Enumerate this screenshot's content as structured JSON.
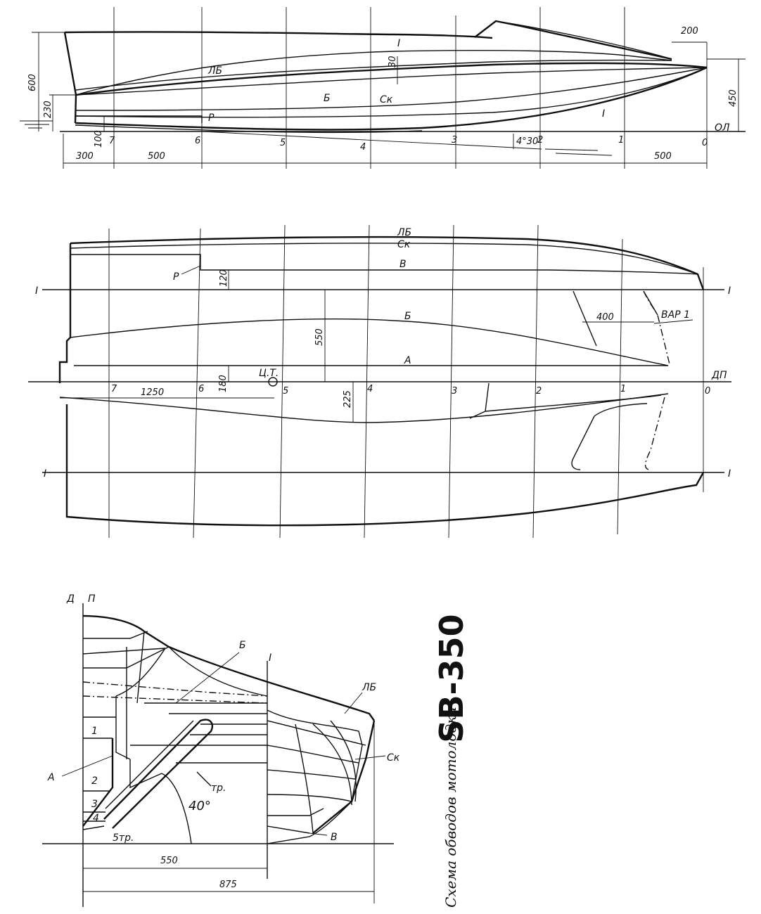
{
  "title": "SB-350",
  "caption": "Схема обводов мотолодки",
  "profile": {
    "stations": [
      "7",
      "6",
      "5",
      "4",
      "3",
      "2",
      "1",
      "0"
    ],
    "line_labels": {
      "I_top": "I",
      "lb": "ЛБ",
      "b": "Б",
      "sk": "Ск",
      "p": "Р",
      "I_bot": "I",
      "ol": "ОЛ"
    },
    "dims": {
      "d600": "600",
      "d230": "230",
      "d100": "100",
      "d30": "30",
      "d200": "200",
      "d450": "450",
      "d300": "300",
      "d500a": "500",
      "d500b": "500",
      "angle": "4°30'"
    }
  },
  "plan": {
    "stations": [
      "7",
      "6",
      "5",
      "4",
      "3",
      "2",
      "1",
      "0"
    ],
    "line_labels": {
      "lb": "ЛБ",
      "sk": "Ск",
      "v": "В",
      "p": "Р",
      "b": "Б",
      "a": "А",
      "dp": "ДП",
      "I_left_top": "I",
      "I_right_top": "I",
      "I_left_bot": "I",
      "I_right_bot": "I",
      "var": "ВАР 1",
      "ct": "Ц.Т."
    },
    "dims": {
      "d120": "120",
      "d550": "550",
      "d400": "400",
      "d180": "180",
      "d1250": "1250",
      "d225": "225"
    }
  },
  "body_plan": {
    "axis_labels": {
      "d": "Д",
      "p": "П",
      "I": "I"
    },
    "line_labels": {
      "b": "Б",
      "lb": "ЛБ",
      "sk": "Ск",
      "a": "А",
      "v": "В",
      "tr": "тр.",
      "tr5": "5тр."
    },
    "station_labels": [
      "1",
      "2",
      "3",
      "4"
    ],
    "angle": "40°",
    "dims": {
      "d550": "550",
      "d875": "875"
    }
  }
}
